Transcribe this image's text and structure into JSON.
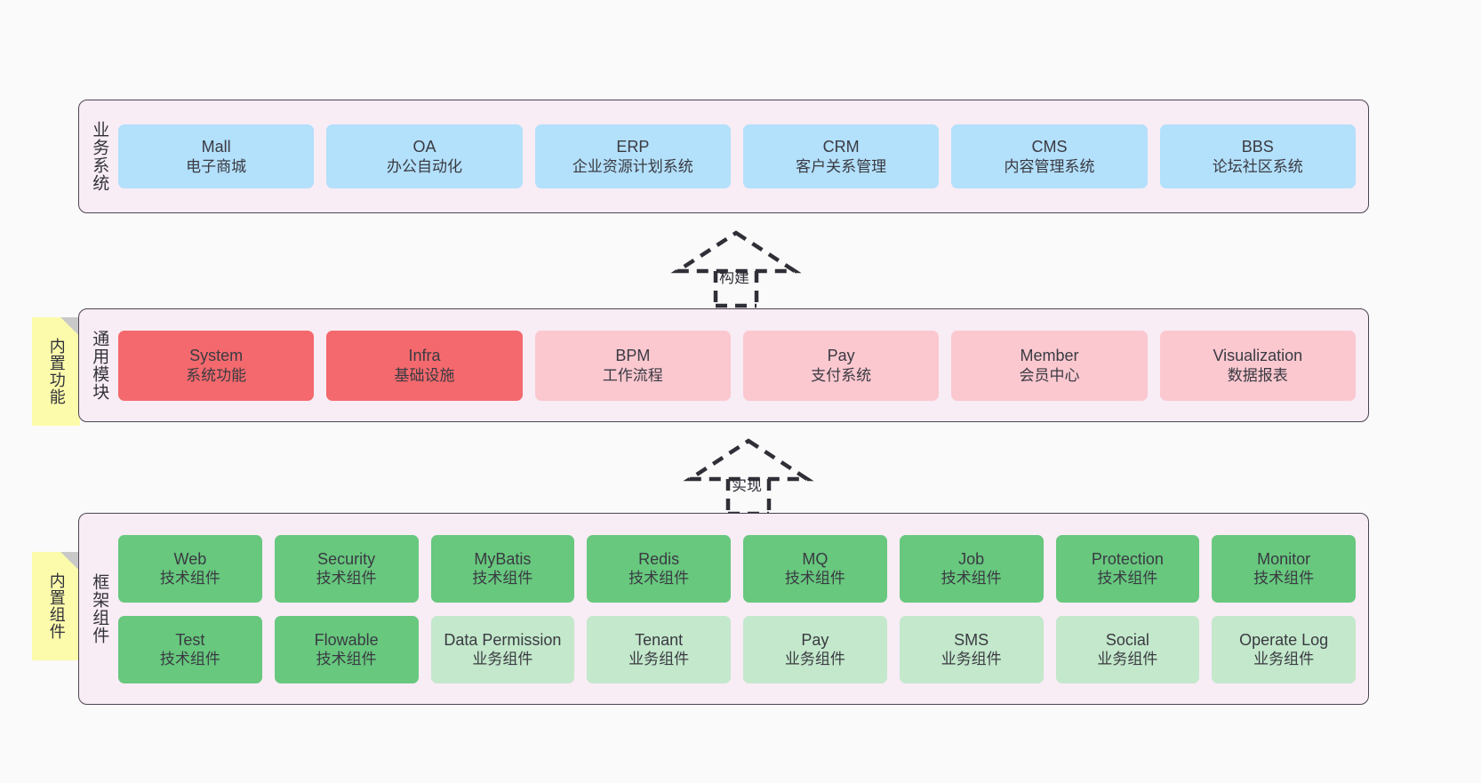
{
  "diagram": {
    "background_color": "#fafafa",
    "layer_band_color": "#f8ecf5",
    "layer_border_color": "#4c4452",
    "note_color": "#fbfbab"
  },
  "layers": [
    {
      "id": "business-system",
      "title": "业务系统",
      "card_color": "#b3e0fb",
      "rows": [
        {
          "cards": [
            {
              "en": "Mall",
              "cn": "电子商城"
            },
            {
              "en": "OA",
              "cn": "办公自动化"
            },
            {
              "en": "ERP",
              "cn": "企业资源计划系统"
            },
            {
              "en": "CRM",
              "cn": "客户关系管理"
            },
            {
              "en": "CMS",
              "cn": "内容管理系统"
            },
            {
              "en": "BBS",
              "cn": "论坛社区系统"
            }
          ]
        }
      ]
    },
    {
      "id": "common-module",
      "title": "通用模块",
      "note": "内置功能",
      "rows": [
        {
          "cards": [
            {
              "en": "System",
              "cn": "系统功能",
              "color": "#f4696d"
            },
            {
              "en": "Infra",
              "cn": "基础设施",
              "color": "#f4696d"
            },
            {
              "en": "BPM",
              "cn": "工作流程",
              "color": "#fbc8d0"
            },
            {
              "en": "Pay",
              "cn": "支付系统",
              "color": "#fbc8d0"
            },
            {
              "en": "Member",
              "cn": "会员中心",
              "color": "#fbc8d0"
            },
            {
              "en": "Visualization",
              "cn": "数据报表",
              "color": "#fbc8d0"
            }
          ]
        }
      ]
    },
    {
      "id": "framework-component",
      "title": "框架组件",
      "note": "内置组件",
      "rows": [
        {
          "cards": [
            {
              "en": "Web",
              "cn": "技术组件",
              "color": "#67c87e"
            },
            {
              "en": "Security",
              "cn": "技术组件",
              "color": "#67c87e"
            },
            {
              "en": "MyBatis",
              "cn": "技术组件",
              "color": "#67c87e"
            },
            {
              "en": "Redis",
              "cn": "技术组件",
              "color": "#67c87e"
            },
            {
              "en": "MQ",
              "cn": "技术组件",
              "color": "#67c87e"
            },
            {
              "en": "Job",
              "cn": "技术组件",
              "color": "#67c87e"
            },
            {
              "en": "Protection",
              "cn": "技术组件",
              "color": "#67c87e"
            },
            {
              "en": "Monitor",
              "cn": "技术组件",
              "color": "#67c87e"
            }
          ]
        },
        {
          "cards": [
            {
              "en": "Test",
              "cn": "技术组件",
              "color": "#67c87e"
            },
            {
              "en": "Flowable",
              "cn": "技术组件",
              "color": "#67c87e"
            },
            {
              "en": "Data Permission",
              "cn": "业务组件",
              "color": "#c3e8cb",
              "wrap": true
            },
            {
              "en": "Tenant",
              "cn": "业务组件",
              "color": "#c3e8cb"
            },
            {
              "en": "Pay",
              "cn": "业务组件",
              "color": "#c3e8cb"
            },
            {
              "en": "SMS",
              "cn": "业务组件",
              "color": "#c3e8cb"
            },
            {
              "en": "Social",
              "cn": "业务组件",
              "color": "#c3e8cb"
            },
            {
              "en": "Operate Log",
              "cn": "业务组件",
              "color": "#c3e8cb"
            }
          ]
        }
      ]
    }
  ],
  "arrows": [
    {
      "id": "build",
      "label": "构建",
      "style": "dashed-generalization"
    },
    {
      "id": "implement",
      "label": "实现",
      "style": "dashed-generalization"
    }
  ]
}
